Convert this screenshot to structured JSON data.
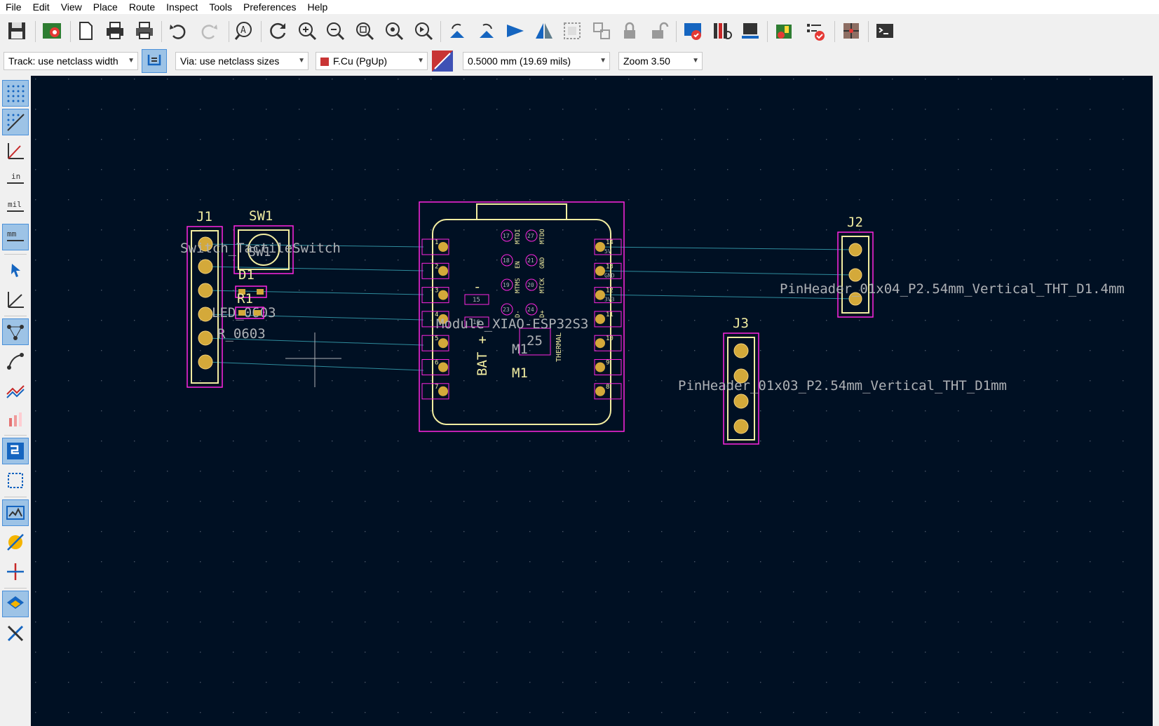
{
  "menu": [
    "File",
    "Edit",
    "View",
    "Place",
    "Route",
    "Inspect",
    "Tools",
    "Preferences",
    "Help"
  ],
  "toolbar_icons": [
    "save-icon",
    "board-setup-icon",
    "page-settings-icon",
    "print-icon",
    "plot-icon",
    "undo-icon",
    "redo-icon",
    "find-icon",
    "redraw-icon",
    "zoom-in-icon",
    "zoom-out-icon",
    "zoom-fit-icon",
    "zoom-objects-icon",
    "zoom-selection-icon",
    "rotate-ccw-icon",
    "rotate-cw-icon",
    "flip-icon",
    "mirror-icon",
    "group-icon",
    "ungroup-icon",
    "lock-icon",
    "unlock-icon",
    "update-from-schematic-icon",
    "footprint-library-icon",
    "footprint-editor-icon",
    "show-3d-icon",
    "scripting-icon",
    "drc-icon",
    "net-inspector-icon",
    "terminal-icon"
  ],
  "options": {
    "track_width": "Track: use netclass width",
    "via_size": "Via: use netclass sizes",
    "layer": "F.Cu (PgUp)",
    "layer_color": "#c83434",
    "grid": "0.5000 mm (19.69 mils)",
    "zoom": "Zoom 3.50"
  },
  "left_tools": [
    "grid-dots-icon",
    "grid-overrides-icon",
    "polar-coords-icon",
    "units-inches-icon",
    "units-mils-icon",
    "units-mm-icon",
    "cursor-icon",
    "measure-icon",
    "ratsnest-icon",
    "curved-ratsnest-icon",
    "show-zones-icon",
    "show-pads-icon",
    "high-contrast-icon",
    "selection-filter-icon",
    "appearance-icon",
    "fill-pads-icon",
    "fill-vias-icon",
    "layers-icon",
    "properties-icon"
  ],
  "colors": {
    "canvas": "#001023",
    "silkscreen": "#f2eda1",
    "courtyard": "#ff26e2",
    "pad": "#d4a93a",
    "ratsnest": "#3fb6c6",
    "fab": "#aeb1b5"
  },
  "board": {
    "J1": {
      "ref": "J1",
      "value": "Switch_TactileSwitch"
    },
    "SW1": {
      "ref": "SW1",
      "value": "SW1"
    },
    "D1": {
      "ref": "D1",
      "value": "LED_0603"
    },
    "R1": {
      "ref": "R1",
      "value": "R_0603"
    },
    "M1": {
      "ref": "M1",
      "value": "Module_XIAO-ESP32S3",
      "ref2": "M1",
      "bat_label": "BAT +",
      "minus_label": "-",
      "thermal_label": "THERMAL",
      "thermal_pad": "25",
      "pad_15": "15",
      "pad_16": "16",
      "left_pins": [
        "1",
        "2",
        "3",
        "4",
        "5",
        "6",
        "7"
      ],
      "right_pins": [
        "14",
        "13",
        "12",
        "11",
        "10",
        "9",
        "8"
      ],
      "right_labels": [
        "5V",
        "GND",
        "3V3"
      ],
      "inner_pins": [
        "17",
        "27",
        "18",
        "21",
        "19",
        "20",
        "23",
        "24"
      ],
      "inner_labels": [
        "MTDI",
        "MTDO",
        "EN",
        "GND",
        "MTMS",
        "MTCK",
        "D-",
        "D+"
      ]
    },
    "J2": {
      "ref": "J2",
      "value": "PinHeader_01x04_P2.54mm_Vertical_THT_D1.4mm"
    },
    "J3": {
      "ref": "J3",
      "value": "PinHeader_01x03_P2.54mm_Vertical_THT_D1mm"
    }
  }
}
